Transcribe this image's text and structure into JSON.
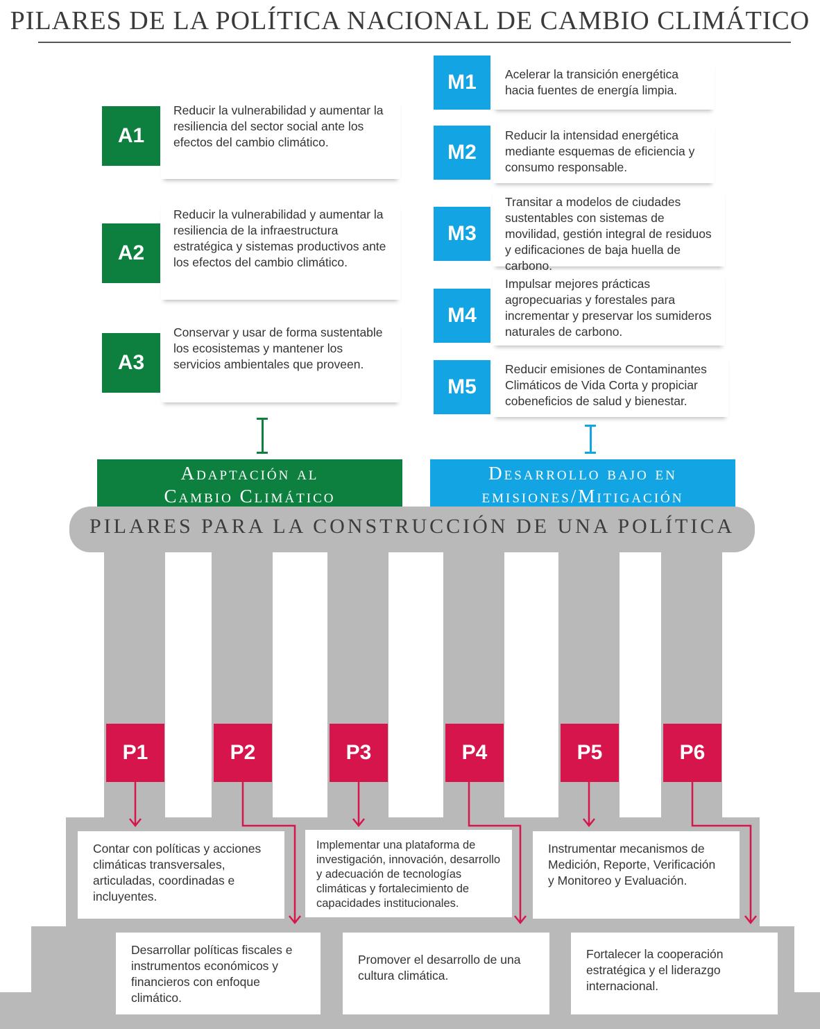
{
  "title": "PILARES DE LA POLÍTICA NACIONAL DE CAMBIO CLIMÁTICO",
  "colors": {
    "adaptation": "#0d8040",
    "mitigation": "#12a4e3",
    "pillars": "#d5154b",
    "stone": "#b9b9b9"
  },
  "adaptation": {
    "heading_line1": "Adaptación al",
    "heading_line2": "Cambio Climático",
    "items": [
      {
        "code": "A1",
        "text": "Reducir la vulnerabilidad y aumentar la resiliencia del sector social ante los efectos del cambio climático."
      },
      {
        "code": "A2",
        "text": "Reducir la vulnerabilidad y aumentar la resiliencia de la infraestructura estratégica y sistemas productivos ante los efectos del cambio climático."
      },
      {
        "code": "A3",
        "text": "Conservar y usar de forma sustentable los ecosistemas y mantener los servicios ambientales que proveen."
      }
    ]
  },
  "mitigation": {
    "heading_line1": "Desarrollo bajo en",
    "heading_line2": "emisiones/Mitigación",
    "items": [
      {
        "code": "M1",
        "text": "Acelerar la transición energética hacia fuentes de energía limpia."
      },
      {
        "code": "M2",
        "text": "Reducir la intensidad energética mediante esquemas de eficiencia y consumo responsable."
      },
      {
        "code": "M3",
        "text": "Transitar a modelos de ciudades sustentables con sistemas de movilidad, gestión integral de residuos y edificaciones de baja huella de carbono."
      },
      {
        "code": "M4",
        "text": "Impulsar mejores prácticas agropecuarias y forestales para incrementar y preservar los sumideros naturales de carbono."
      },
      {
        "code": "M5",
        "text": "Reducir emisiones de Contaminantes Climáticos de Vida Corta y propiciar cobeneficios de salud y bienestar."
      }
    ]
  },
  "entablature": "PILARES PARA LA CONSTRUCCIÓN DE UNA POLÍTICA",
  "pillars": [
    {
      "code": "P1",
      "text": "Contar con políticas y acciones climáticas transversales, articuladas, coordinadas e incluyentes."
    },
    {
      "code": "P2",
      "text": "Desarrollar políticas fiscales e instrumentos económicos y financieros con enfoque climático."
    },
    {
      "code": "P3",
      "text": "Implementar una plataforma de investigación, innovación, desarrollo y adecuación de tecnologías climáticas y fortalecimiento de capacidades institucionales."
    },
    {
      "code": "P4",
      "text": "Promover el desarrollo de una cultura climática."
    },
    {
      "code": "P5",
      "text": "Instrumentar mecanismos de Medición, Reporte, Verificación y Monitoreo y Evaluación."
    },
    {
      "code": "P6",
      "text": "Fortalecer la cooperación estratégica y el liderazgo internacional."
    }
  ]
}
